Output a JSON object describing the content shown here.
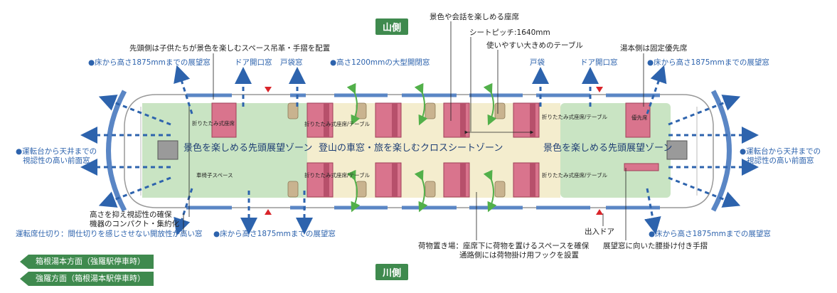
{
  "sides": {
    "mountain": "山側",
    "river": "川側"
  },
  "zones": {
    "front_left": "景色を楽しめる先頭展望ゾーン",
    "center": "登山の車窓・旅を楽しむクロスシートゾーン",
    "front_right": "景色を楽しめる先頭展望ゾーン"
  },
  "interior_labels": {
    "fold_seat_1": "折りたたみ式座席",
    "fold_seat_table_1": "折りたたみ式座席/テーブル",
    "fold_seat_table_2": "折りたたみ式座席/テーブル",
    "fold_seat_table_3": "折りたたみ式座席/テーブル",
    "wheelchair": "車椅子スペース",
    "priority": "優先席"
  },
  "top_labels": {
    "seats_view": "景色や会話を楽しめる座席",
    "seat_pitch": "シートピッチ:1640mm",
    "big_table": "使いやすい大きめのテーブル",
    "kids_space": "先頭側は子供たちが景色を楽しむスペース吊革・手摺を配置",
    "fixed_priority": "湯本側は固定優先席",
    "win_1875_left": "●床から高さ1875mmまでの展望窓",
    "door_window_left": "ドア開口窓",
    "pocket_left": "戸袋窓",
    "big_window": "●高さ1200mmの大型開閉窓",
    "pocket_right": "戸袋",
    "door_window_right": "ドア開口窓",
    "win_1875_right": "●床から高さ1875mmまでの展望窓"
  },
  "side_labels": {
    "left_front_1": "●運転台から天井までの",
    "left_front_2": "視認性の高い前面窓",
    "right_front_1": "●運転台から天井までの",
    "right_front_2": "視認性の高い前面窓"
  },
  "bottom_labels": {
    "compact_1": "高さを抑え視認性の確保",
    "compact_2": "機器のコンパクト・集約化",
    "cab_partition": "運転席仕切り：間仕切りを感じさせない開放性が高い窓",
    "win_1875_bottom_left": "●床から高さ1875mmまでの展望窓",
    "luggage_1": "荷物置き場：座席下に荷物を置けるスペースを確保",
    "luggage_2": "通路側には荷物掛け用フックを設置",
    "exit_door": "出入ドア",
    "win_1875_bottom_right": "●床から高さ1875mmまでの展望窓",
    "handrail": "展望窓に向いた腰掛け付き手摺"
  },
  "directions": {
    "hakone_yumoto": "箱根湯本方面（強羅駅停車時）",
    "gora": "強羅方面（箱根湯本駅停車時）"
  },
  "colors": {
    "front_zone": "#c9e4c3",
    "center_zone": "#f4edce",
    "seat": "#d9748d",
    "window": "#5a86c5",
    "green_arrow": "#52b04a",
    "red_marker": "#d9242a",
    "label_blue": "#2d63ad",
    "tag_green": "#3f8a4e"
  }
}
